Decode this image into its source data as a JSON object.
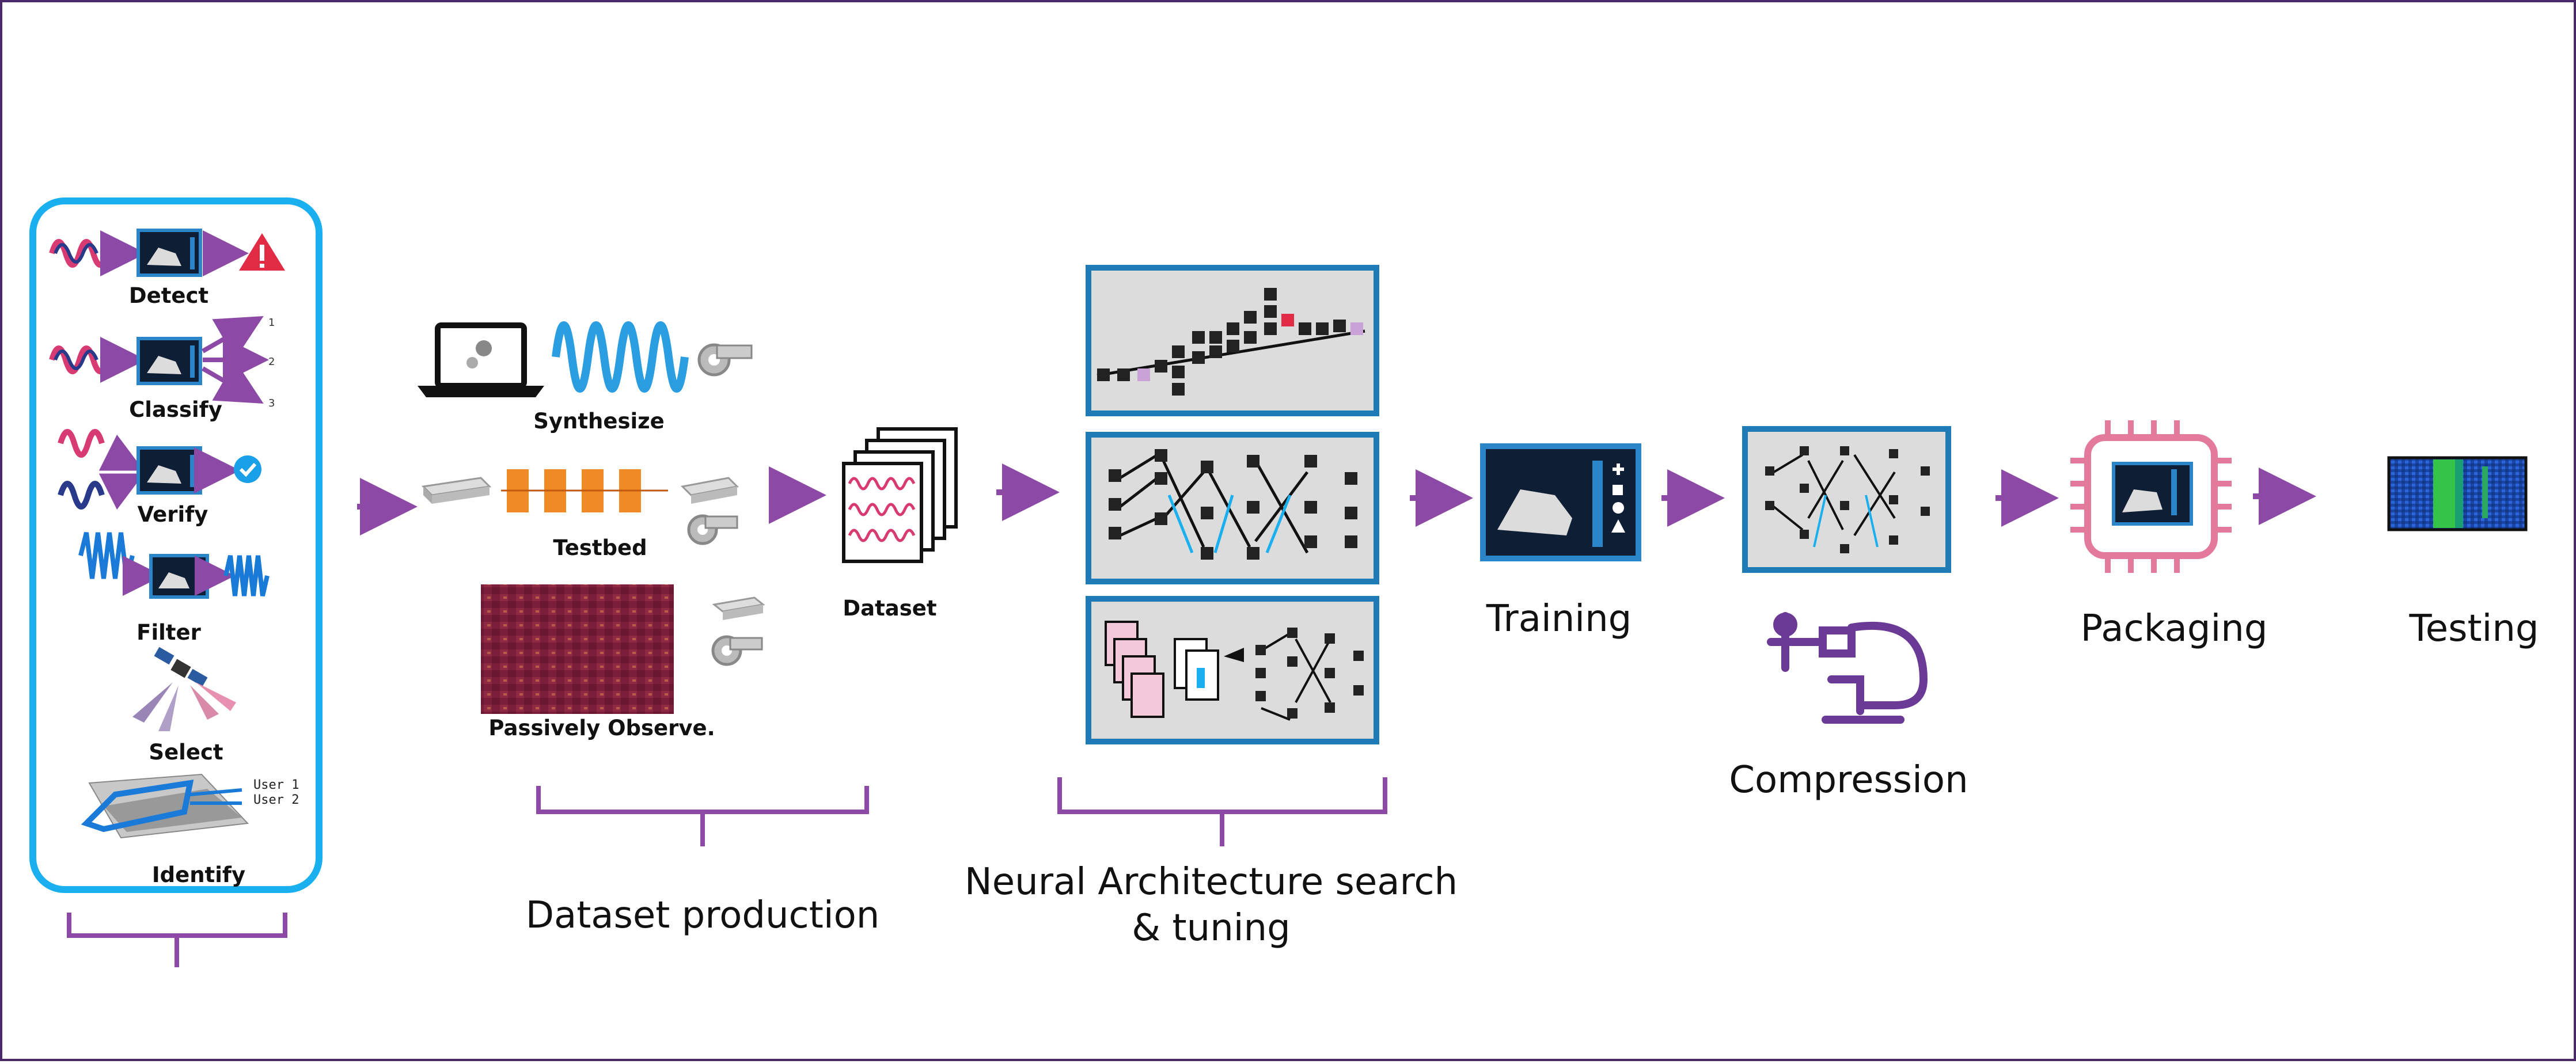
{
  "tasks": {
    "detect": "Detect",
    "classify": "Classify",
    "classify_outputs": [
      "1",
      "2",
      "3"
    ],
    "verify": "Verify",
    "filter": "Filter",
    "select": "Select",
    "identify": "Identify",
    "identify_users": [
      "User 1",
      "User 2"
    ]
  },
  "sources": {
    "synthesize": "Synthesize",
    "testbed": "Testbed",
    "observe": "Passively Observe."
  },
  "dataset_label": "Dataset",
  "stages": {
    "dataset_production": "Dataset production",
    "nas_line1": "Neural Architecture search",
    "nas_line2": "& tuning",
    "training": "Training",
    "compression": "Compression",
    "packaging": "Packaging",
    "testing": "Testing"
  },
  "colors": {
    "arrow": "#8c4aa6",
    "bracket": "#8c4aa6",
    "panel_border": "#1ab0ef",
    "box_border": "#1f7bb5",
    "chip": "#e47a9b",
    "clamp": "#6a3a96",
    "orange": "#f08a24",
    "alert": "#e22b45",
    "wave": "#d83a72"
  },
  "icons": [
    "laptop-gear-icon",
    "tape-measure-icon",
    "radio-device-icon",
    "alert-triangle-icon",
    "check-circle-icon",
    "satellite-icon",
    "clamp-icon",
    "chip-icon",
    "spectrogram-icon"
  ]
}
